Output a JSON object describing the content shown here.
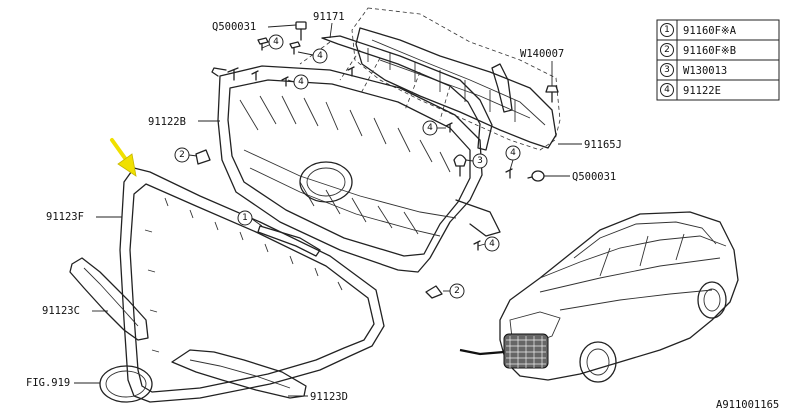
{
  "diagram": {
    "title": "Front grille exploded parts diagram",
    "figure_id": "A911001165",
    "legend": [
      {
        "key": "1",
        "part": "91160F※A"
      },
      {
        "key": "2",
        "part": "91160F※B"
      },
      {
        "key": "3",
        "part": "W130013"
      },
      {
        "key": "4",
        "part": "91122E"
      }
    ],
    "labels": {
      "q500031_top": "Q500031",
      "p91171": "91171",
      "w140007": "W140007",
      "p91122b": "91122B",
      "p91165j": "91165J",
      "q500031_right": "Q500031",
      "p91123f": "91123F",
      "p91123c": "91123C",
      "fig919": "FIG.919",
      "p91123d": "91123D"
    },
    "callouts": {
      "c4a": "4",
      "c4b": "4",
      "c4c": "4",
      "c4d": "4",
      "c4e": "4",
      "c4f": "4",
      "c2a": "2",
      "c2b": "2",
      "c1": "1",
      "c3": "3"
    }
  }
}
